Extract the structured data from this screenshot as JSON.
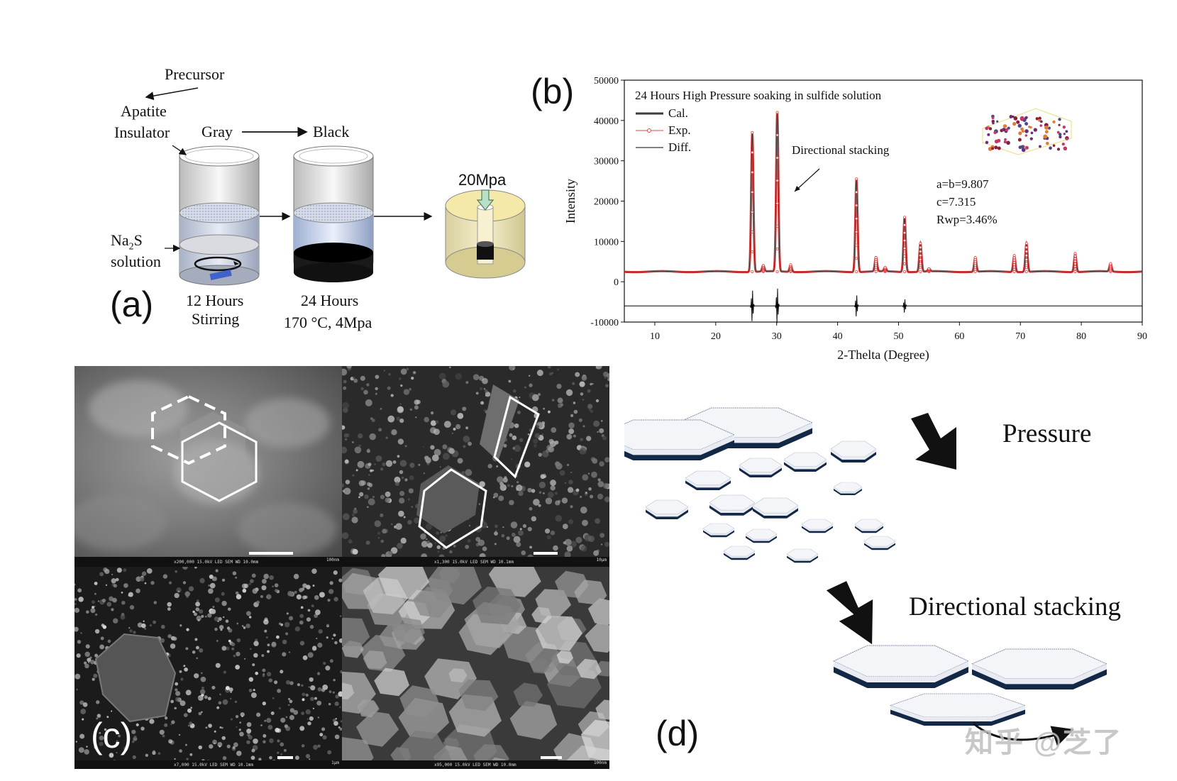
{
  "panel_a": {
    "letter": "(a)",
    "labels": {
      "precursor": "Precursor",
      "apatite": "Apatite",
      "insulator": "Insulator",
      "gray": "Gray",
      "black": "Black",
      "na2s_prefix": "Na",
      "na2s_sub": "2",
      "na2s_suffix": "S",
      "solution": "solution",
      "step1_line1": "12 Hours",
      "step1_line2": "Stirring",
      "step2_line1": "24 Hours",
      "step2_line2": "170 °C, 4Mpa",
      "pressure": "20Mpa"
    }
  },
  "panel_b": {
    "letter": "(b)"
  },
  "panel_c": {
    "letter": "(c)",
    "tiles": [
      {
        "info": "x200,000   15.0kV LED      SEM     WD 10.0mm",
        "scale": "100nm"
      },
      {
        "info": "x1,300    15.0kV LED      SEM     WD 10.1mm",
        "scale": "10μm"
      },
      {
        "info": "x7,000    15.0kV LED      SEM     WD 10.1mm",
        "scale": "1μm"
      },
      {
        "info": "x95,000   15.0kV LED      SEM     WD 10.0mm",
        "scale": "100nm"
      }
    ]
  },
  "panel_d": {
    "letter": "(d)",
    "pressure_label": "Pressure",
    "stacking_label": "Directional stacking"
  },
  "watermark": "知乎 @芝了",
  "chart_data": {
    "type": "line",
    "title": "24 Hours High Pressure soaking in sulfide solution",
    "xlabel": "2-Thelta (Degree)",
    "ylabel": "Intensity",
    "xlim": [
      5,
      90
    ],
    "ylim": [
      -10000,
      50000
    ],
    "xticks": [
      10,
      20,
      30,
      40,
      50,
      60,
      70,
      80,
      90
    ],
    "yticks": [
      -10000,
      0,
      10000,
      20000,
      30000,
      40000,
      50000
    ],
    "legend_position": "top-left",
    "legend": [
      "Cal.",
      "Exp.",
      "Diff."
    ],
    "annotation": "Directional stacking",
    "params": [
      "a=b=9.807",
      "c=7.315",
      "Rwp=3.46%"
    ],
    "baseline": 2500,
    "diff_offset": -6000,
    "peaks": [
      {
        "x": 26.0,
        "y": 37000
      },
      {
        "x": 27.8,
        "y": 4000
      },
      {
        "x": 30.1,
        "y": 42000
      },
      {
        "x": 32.3,
        "y": 4200
      },
      {
        "x": 43.1,
        "y": 25500
      },
      {
        "x": 46.3,
        "y": 6000
      },
      {
        "x": 47.8,
        "y": 3500
      },
      {
        "x": 51.0,
        "y": 16000
      },
      {
        "x": 53.6,
        "y": 9500
      },
      {
        "x": 55.0,
        "y": 3200
      },
      {
        "x": 62.6,
        "y": 6000
      },
      {
        "x": 69.0,
        "y": 6500
      },
      {
        "x": 71.0,
        "y": 9500
      },
      {
        "x": 79.0,
        "y": 7000
      },
      {
        "x": 84.8,
        "y": 4500
      }
    ],
    "colors": {
      "calc": "#3b3b3b",
      "exp": "#e04848",
      "diff": "#000000"
    }
  }
}
